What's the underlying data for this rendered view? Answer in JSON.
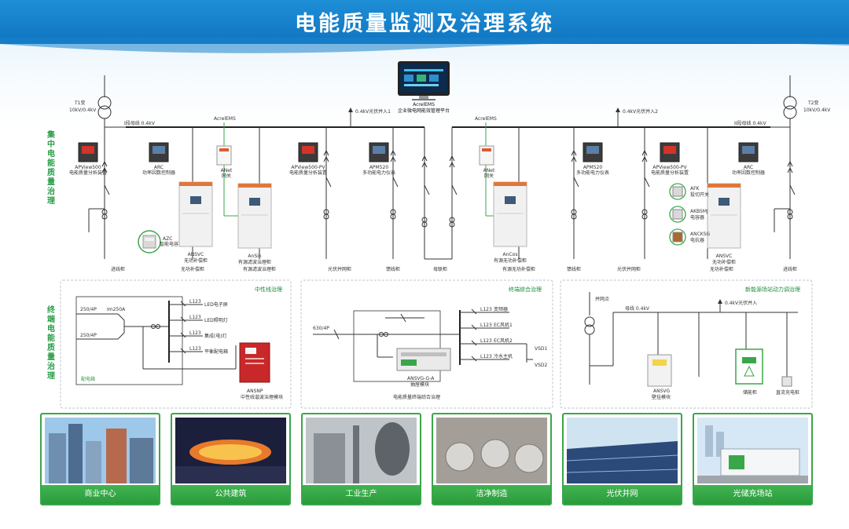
{
  "header": {
    "title": "电能质量监测及治理系统"
  },
  "side_labels": {
    "central": "集中电能质量治理",
    "terminal": "终端电能质量治理"
  },
  "top_diagram": {
    "transformer_left": {
      "name": "T1变",
      "rating": "10kV/0.4kV"
    },
    "transformer_right": {
      "name": "T2变",
      "rating": "10kV/0.4kV"
    },
    "bus_left": "I段母线 0.4kV",
    "bus_right": "II段母线 0.4kV",
    "pv_in_1": "0.4kV光伏并入1",
    "pv_in_2": "0.4kV光伏并入2",
    "ems_left": "AcrelEMS",
    "ems_right": "AcrelEMS",
    "platform": {
      "name": "AcrelEMS",
      "desc": "企业微电网能效管理平台"
    },
    "devices": [
      {
        "model": "APView500",
        "desc": "电能质量分析装置"
      },
      {
        "model": "ARC",
        "desc": "功率因数控制器"
      },
      {
        "model": "ANet",
        "desc": "网关"
      },
      {
        "model": "APView500-PV",
        "desc": "电能质量分析装置"
      },
      {
        "model": "APM520",
        "desc": "多功能电力仪表"
      },
      {
        "model": "ANet",
        "desc": "网关"
      },
      {
        "model": "APM520",
        "desc": "多功能电力仪表"
      },
      {
        "model": "APView500-PV",
        "desc": "电能质量分析装置"
      },
      {
        "model": "ARC",
        "desc": "功率因数控制器"
      }
    ],
    "azc": {
      "model": "AZC",
      "desc": "智能电容"
    },
    "right_parts": [
      {
        "model": "AFK",
        "desc": "投切开关"
      },
      {
        "model": "AKBSMJ",
        "desc": "电容器"
      },
      {
        "model": "ANCKSG",
        "desc": "电抗器"
      }
    ],
    "cabinets": [
      {
        "model": "ANSVC",
        "desc": "无功补偿柜"
      },
      {
        "model": "AnSin",
        "desc": "有源滤波治理柜"
      },
      {
        "model": "AnCos",
        "desc": "有源无功补偿柜"
      },
      {
        "model": "ANSVC",
        "desc": "无功补偿柜"
      }
    ],
    "bottom_labels": [
      "进线柜",
      "无功补偿柜",
      "有源滤波治理柜",
      "光伏并网柜",
      "馈线柜",
      "母联柜",
      "有源无功补偿柜",
      "馈线柜",
      "光伏并网柜",
      "无功补偿柜",
      "进线柜"
    ]
  },
  "panels": {
    "p1": {
      "title": "中性线治理",
      "inputs": [
        "250/4P",
        "250/4P"
      ],
      "switch": "Im250A",
      "feeders": [
        {
          "tag": "L123",
          "load": "LED电子屏"
        },
        {
          "tag": "L123",
          "load": "LED照明灯"
        },
        {
          "tag": "L123",
          "load": "集成(电)灯"
        },
        {
          "tag": "L123",
          "load": "平衡配电箱"
        }
      ],
      "source": "配电箱",
      "device": {
        "model": "ANSNP",
        "desc": "中性线谐波治理模块"
      }
    },
    "p2": {
      "title": "终端综合治理",
      "input": "630/4P",
      "feeders": [
        {
          "tag": "L123",
          "load": "变频器"
        },
        {
          "tag": "L123",
          "load": "EC风机1"
        },
        {
          "tag": "L123",
          "load": "EC风机2"
        },
        {
          "tag": "L123",
          "load": "冷水主机"
        }
      ],
      "vsd": [
        "VSD1",
        "VSD2"
      ],
      "device": {
        "model": "ANSVG-G-A",
        "desc": "抽屉模块"
      },
      "caption": "电能质量终端综合治理"
    },
    "p3": {
      "title": "新能源场站动力调治理",
      "grid_point": "并网点",
      "bus": "母线 0.4kV",
      "pv_in": "0.4kV光伏并入",
      "device": {
        "model": "ANSVG",
        "desc": "壁挂模块"
      },
      "loads": [
        "储能柜",
        "直流充电桩"
      ]
    }
  },
  "applications": [
    {
      "label": "商业中心"
    },
    {
      "label": "公共建筑"
    },
    {
      "label": "工业生产"
    },
    {
      "label": "洁净制造"
    },
    {
      "label": "光伏并网"
    },
    {
      "label": "光储充场站"
    }
  ]
}
